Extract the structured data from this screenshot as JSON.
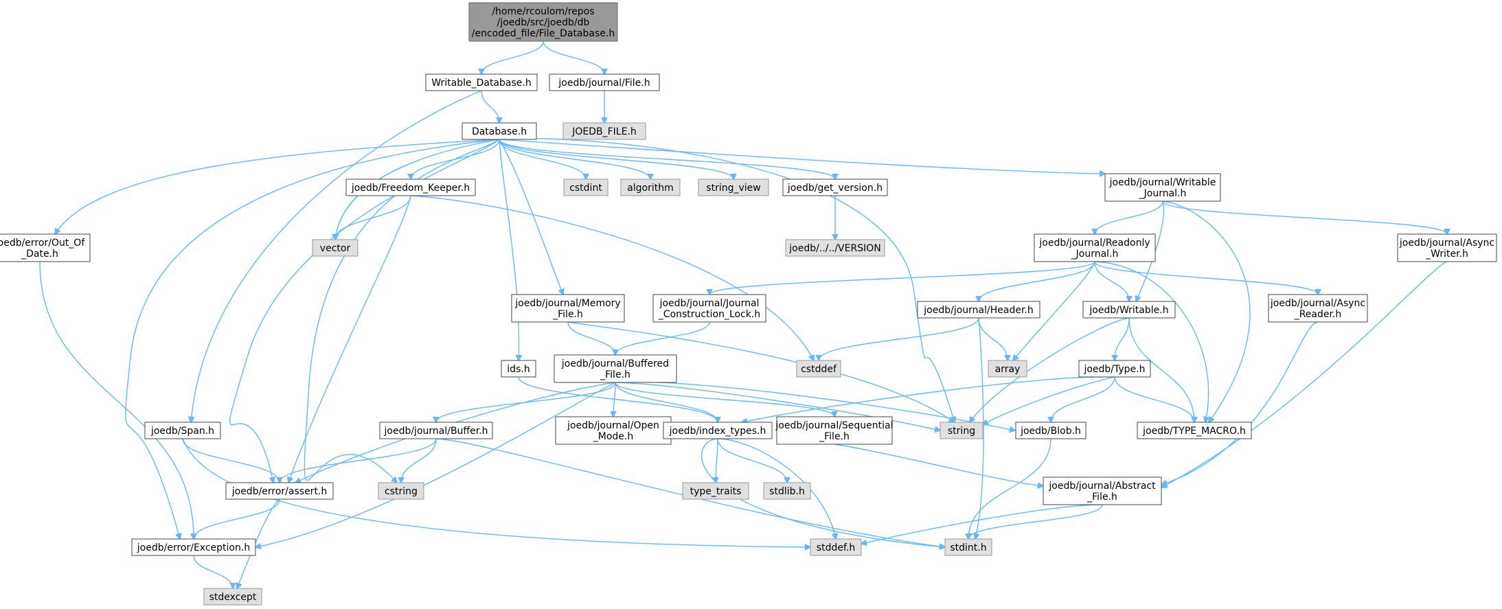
{
  "colors": {
    "edge": "#63b8ff",
    "node_border": "#444444",
    "node_fill": "#ffffff",
    "system_header_fill": "#e0e0e0",
    "system_header_border": "#999999",
    "root_fill": "#999999",
    "root_border": "#666666",
    "text": "#000000"
  },
  "nodes": [
    {
      "id": "root",
      "kind": "root",
      "lines": [
        "/home/rcoulom/repos",
        "/joedb/src/joedb/db",
        "/encoded_file/File_Database.h"
      ]
    },
    {
      "id": "writable_database",
      "kind": "file",
      "lines": [
        "Writable_Database.h"
      ]
    },
    {
      "id": "journal_file",
      "kind": "file",
      "lines": [
        "joedb/journal/File.h"
      ]
    },
    {
      "id": "joedb_file",
      "kind": "system",
      "lines": [
        "JOEDB_FILE.h"
      ]
    },
    {
      "id": "database",
      "kind": "file",
      "lines": [
        "Database.h"
      ]
    },
    {
      "id": "freedom_keeper",
      "kind": "file",
      "lines": [
        "joedb/Freedom_Keeper.h"
      ]
    },
    {
      "id": "cstdint",
      "kind": "system",
      "lines": [
        "cstdint"
      ]
    },
    {
      "id": "algorithm",
      "kind": "system",
      "lines": [
        "algorithm"
      ]
    },
    {
      "id": "string_view",
      "kind": "system",
      "lines": [
        "string_view"
      ]
    },
    {
      "id": "get_version",
      "kind": "file",
      "lines": [
        "joedb/get_version.h"
      ]
    },
    {
      "id": "writable_journal",
      "kind": "file",
      "lines": [
        "joedb/journal/Writable",
        "_Journal.h"
      ]
    },
    {
      "id": "out_of_date",
      "kind": "file",
      "lines": [
        "joedb/error/Out_Of",
        "_Date.h"
      ]
    },
    {
      "id": "vector",
      "kind": "system",
      "lines": [
        "vector"
      ]
    },
    {
      "id": "version",
      "kind": "system",
      "lines": [
        "joedb/../../VERSION"
      ]
    },
    {
      "id": "readonly_journal",
      "kind": "file",
      "lines": [
        "joedb/journal/Readonly",
        "_Journal.h"
      ]
    },
    {
      "id": "async_writer",
      "kind": "file",
      "lines": [
        "joedb/journal/Async",
        "_Writer.h"
      ]
    },
    {
      "id": "memory_file",
      "kind": "file",
      "lines": [
        "joedb/journal/Memory",
        "_File.h"
      ]
    },
    {
      "id": "construction_lock",
      "kind": "file",
      "lines": [
        "joedb/journal/Journal",
        "_Construction_Lock.h"
      ]
    },
    {
      "id": "header",
      "kind": "file",
      "lines": [
        "joedb/journal/Header.h"
      ]
    },
    {
      "id": "writable",
      "kind": "file",
      "lines": [
        "joedb/Writable.h"
      ]
    },
    {
      "id": "async_reader",
      "kind": "file",
      "lines": [
        "joedb/journal/Async",
        "_Reader.h"
      ]
    },
    {
      "id": "cstddef",
      "kind": "system",
      "lines": [
        "cstddef"
      ]
    },
    {
      "id": "array",
      "kind": "system",
      "lines": [
        "array"
      ]
    },
    {
      "id": "ids",
      "kind": "file",
      "lines": [
        "ids.h"
      ]
    },
    {
      "id": "buffered_file",
      "kind": "file",
      "lines": [
        "joedb/journal/Buffered",
        "_File.h"
      ]
    },
    {
      "id": "type",
      "kind": "file",
      "lines": [
        "joedb/Type.h"
      ]
    },
    {
      "id": "span",
      "kind": "file",
      "lines": [
        "joedb/Span.h"
      ]
    },
    {
      "id": "buffer",
      "kind": "file",
      "lines": [
        "joedb/journal/Buffer.h"
      ]
    },
    {
      "id": "open_mode",
      "kind": "file",
      "lines": [
        "joedb/journal/Open",
        "_Mode.h"
      ]
    },
    {
      "id": "index_types",
      "kind": "file",
      "lines": [
        "joedb/index_types.h"
      ]
    },
    {
      "id": "sequential_file",
      "kind": "file",
      "lines": [
        "joedb/journal/Sequential",
        "_File.h"
      ]
    },
    {
      "id": "string",
      "kind": "system",
      "lines": [
        "string"
      ]
    },
    {
      "id": "blob",
      "kind": "file",
      "lines": [
        "joedb/Blob.h"
      ]
    },
    {
      "id": "type_macro",
      "kind": "file",
      "lines": [
        "joedb/TYPE_MACRO.h"
      ]
    },
    {
      "id": "assert",
      "kind": "file",
      "lines": [
        "joedb/error/assert.h"
      ]
    },
    {
      "id": "cstring",
      "kind": "system",
      "lines": [
        "cstring"
      ]
    },
    {
      "id": "type_traits",
      "kind": "system",
      "lines": [
        "type_traits"
      ]
    },
    {
      "id": "stdlib",
      "kind": "system",
      "lines": [
        "stdlib.h"
      ]
    },
    {
      "id": "abstract_file",
      "kind": "file",
      "lines": [
        "joedb/journal/Abstract",
        "_File.h"
      ]
    },
    {
      "id": "exception",
      "kind": "file",
      "lines": [
        "joedb/error/Exception.h"
      ]
    },
    {
      "id": "stddef",
      "kind": "system",
      "lines": [
        "stddef.h"
      ]
    },
    {
      "id": "stdint",
      "kind": "system",
      "lines": [
        "stdint.h"
      ]
    },
    {
      "id": "stdexcept",
      "kind": "system",
      "lines": [
        "stdexcept"
      ]
    }
  ],
  "edges": [
    [
      "root",
      "writable_database"
    ],
    [
      "root",
      "journal_file"
    ],
    [
      "writable_database",
      "database"
    ],
    [
      "writable_database",
      "span"
    ],
    [
      "journal_file",
      "joedb_file"
    ],
    [
      "database",
      "freedom_keeper"
    ],
    [
      "database",
      "cstdint"
    ],
    [
      "database",
      "algorithm"
    ],
    [
      "database",
      "string_view"
    ],
    [
      "database",
      "get_version"
    ],
    [
      "database",
      "writable_journal"
    ],
    [
      "database",
      "out_of_date"
    ],
    [
      "database",
      "vector"
    ],
    [
      "database",
      "memory_file"
    ],
    [
      "database",
      "ids"
    ],
    [
      "database",
      "cstring"
    ],
    [
      "database",
      "assert"
    ],
    [
      "database",
      "exception"
    ],
    [
      "database",
      "string"
    ],
    [
      "freedom_keeper",
      "vector"
    ],
    [
      "freedom_keeper",
      "assert"
    ],
    [
      "freedom_keeper",
      "cstddef"
    ],
    [
      "get_version",
      "version"
    ],
    [
      "writable_journal",
      "readonly_journal"
    ],
    [
      "writable_journal",
      "async_writer"
    ],
    [
      "writable_journal",
      "writable"
    ],
    [
      "writable_journal",
      "type_macro"
    ],
    [
      "out_of_date",
      "exception"
    ],
    [
      "readonly_journal",
      "construction_lock"
    ],
    [
      "readonly_journal",
      "header"
    ],
    [
      "readonly_journal",
      "writable"
    ],
    [
      "readonly_journal",
      "async_reader"
    ],
    [
      "readonly_journal",
      "array"
    ],
    [
      "readonly_journal",
      "type_macro"
    ],
    [
      "async_writer",
      "abstract_file"
    ],
    [
      "memory_file",
      "buffered_file"
    ],
    [
      "memory_file",
      "string"
    ],
    [
      "construction_lock",
      "buffered_file"
    ],
    [
      "header",
      "cstddef"
    ],
    [
      "header",
      "array"
    ],
    [
      "header",
      "stdint"
    ],
    [
      "writable",
      "type"
    ],
    [
      "writable",
      "type_macro"
    ],
    [
      "writable",
      "string"
    ],
    [
      "async_reader",
      "abstract_file"
    ],
    [
      "ids",
      "index_types"
    ],
    [
      "buffered_file",
      "buffer"
    ],
    [
      "buffered_file",
      "open_mode"
    ],
    [
      "buffered_file",
      "index_types"
    ],
    [
      "buffered_file",
      "sequential_file"
    ],
    [
      "buffered_file",
      "string"
    ],
    [
      "buffered_file",
      "blob"
    ],
    [
      "buffered_file",
      "assert"
    ],
    [
      "buffered_file",
      "exception"
    ],
    [
      "type",
      "index_types"
    ],
    [
      "type",
      "string"
    ],
    [
      "type",
      "blob"
    ],
    [
      "type",
      "type_macro"
    ],
    [
      "span",
      "assert"
    ],
    [
      "span",
      "stddef"
    ],
    [
      "buffer",
      "assert"
    ],
    [
      "buffer",
      "cstring"
    ],
    [
      "buffer",
      "stdint"
    ],
    [
      "index_types",
      "type_traits"
    ],
    [
      "index_types",
      "stdlib"
    ],
    [
      "index_types",
      "stddef"
    ],
    [
      "index_types",
      "stdint"
    ],
    [
      "sequential_file",
      "abstract_file"
    ],
    [
      "blob",
      "stdint"
    ],
    [
      "assert",
      "exception"
    ],
    [
      "assert",
      "stdexcept"
    ],
    [
      "abstract_file",
      "stddef"
    ],
    [
      "abstract_file",
      "stdint"
    ],
    [
      "exception",
      "stdexcept"
    ]
  ]
}
